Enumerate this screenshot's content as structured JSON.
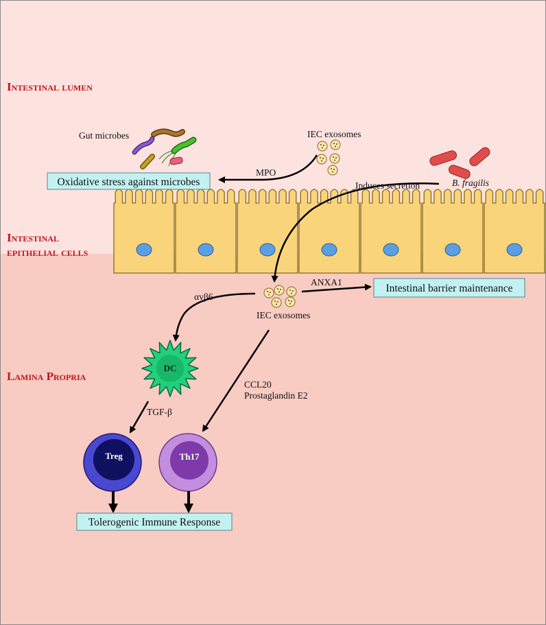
{
  "regions": {
    "lumen": "Intestinal lumen",
    "epithelial_line1": "Intestinal",
    "epithelial_line2": "epithelial cells",
    "lamina": "Lamina Propria"
  },
  "labels": {
    "gut_microbes": "Gut microbes",
    "iec_exosomes_top": "IEC exosomes",
    "mpo": "MPO",
    "induces_secretion": "Induces secretion",
    "b_fragilis": "B. fragilis",
    "anxa1": "ANXA1",
    "avb6": "αvβ6",
    "iec_exosomes_bottom": "IEC exosomes",
    "ccl20": "CCL20",
    "prostaglandin": "Prostaglandin E2",
    "tgf_beta": "TGF-β"
  },
  "boxes": {
    "oxidative": "Oxidative stress against microbes",
    "barrier": "Intestinal barrier maintenance",
    "tolerogenic": "Tolerogenic Immune Response"
  },
  "cells": {
    "dc": "DC",
    "treg": "Treg",
    "th17": "Th17"
  },
  "colors": {
    "lumen_bg": "#fde3e0",
    "lamina_bg": "#f8cbc3",
    "region_text": "#c0141c",
    "epithelium": "#fad47a",
    "nucleus": "#5b9fe3",
    "box_fill": "#c3f1f1",
    "exosome": "#fbe6b0",
    "dc": "#21d07c",
    "treg": "#4848d0",
    "th17": "#c48ee0",
    "b_fragilis": "#e04c4c"
  },
  "icons": [
    "exosome-vesicle-icon",
    "bacterium-icon",
    "dendritic-cell-icon",
    "treg-cell-icon",
    "th17-cell-icon"
  ]
}
